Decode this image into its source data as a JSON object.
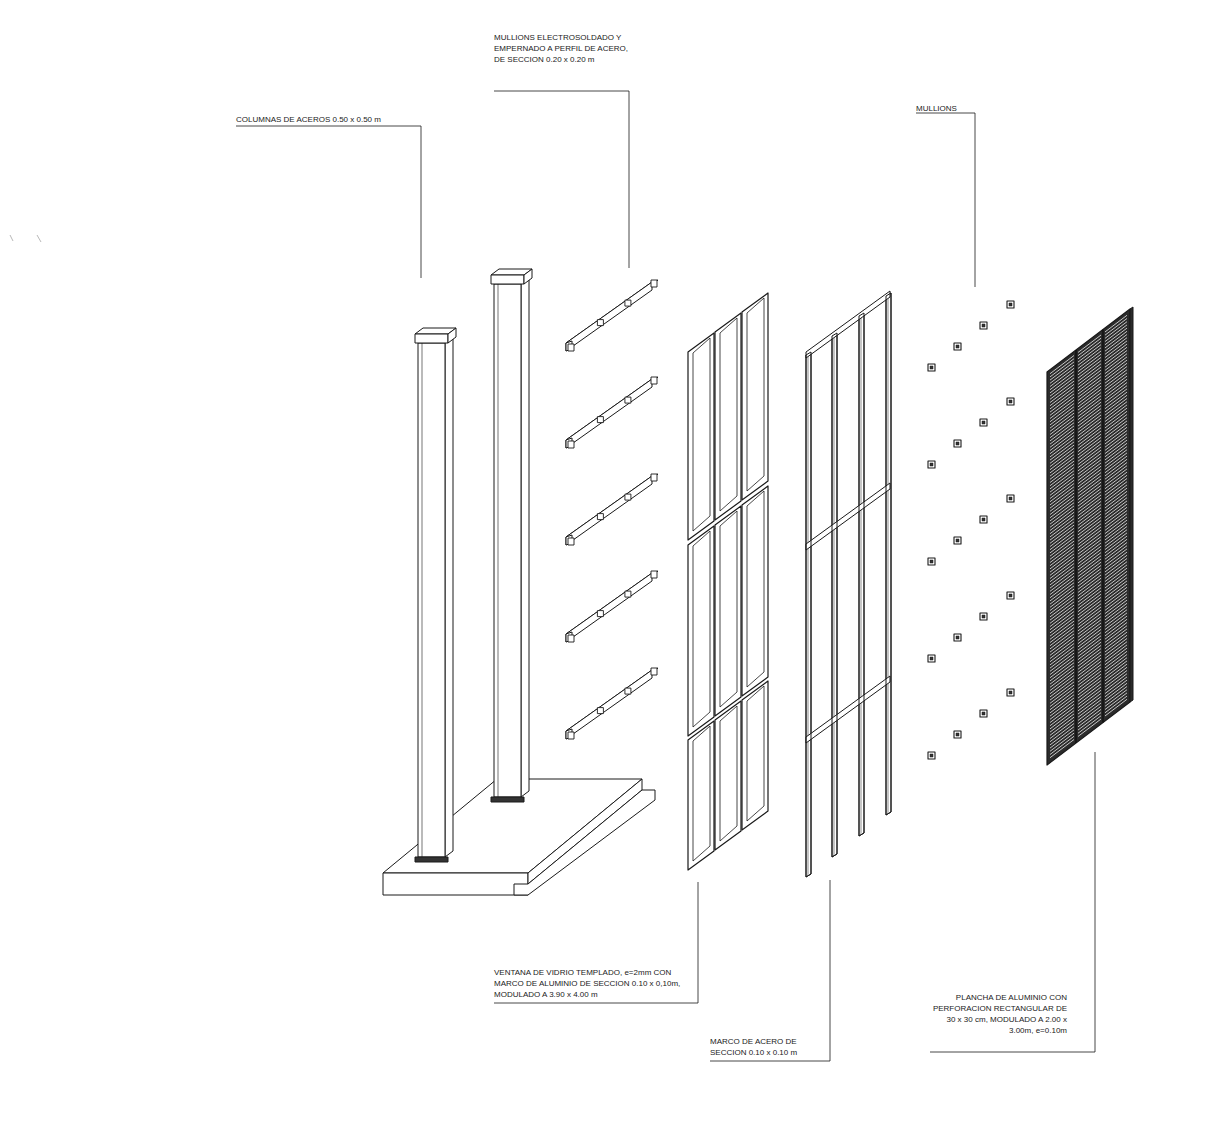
{
  "diagram": {
    "labels": [
      "MULLIONS ELECTROSOLDADO Y EMPERNADO A PERFIL DE ACERO, DE SECCION 0.20 x 0.20 m",
      "COLUMNAS DE ACEROS 0.50 x 0.50 m",
      "MULLIONS",
      "VENTANA DE VIDRIO TEMPLADO, e=2mm CON MARCO DE ALUMINIO DE SECCION 0.10 x 0,10m, MODULADO A 3.90 x 4.00 m",
      "MARCO DE ACERO DE SECCION 0.10 x 0.10 m",
      "PLANCHA DE ALUMINIO CON PERFORACION RECTANGULAR DE 30 x 30 cm, MODULADO A 2.00 x 3.00m, e=0.10m"
    ]
  }
}
